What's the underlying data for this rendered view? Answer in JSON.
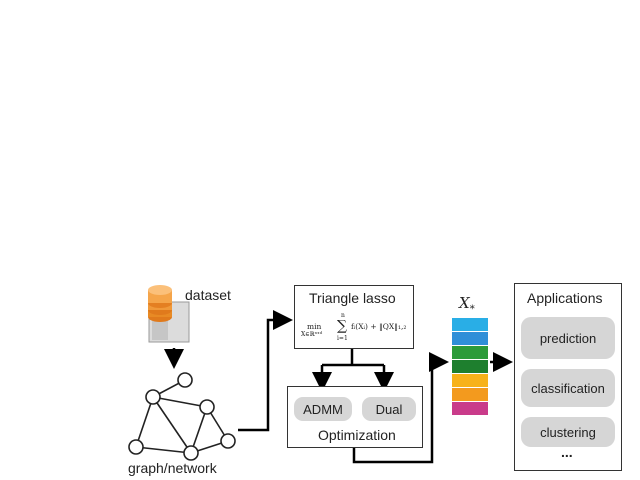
{
  "dataset": {
    "label": "dataset",
    "icon": "database-server-icon"
  },
  "graph": {
    "label": "graph/network"
  },
  "model": {
    "title": "Triangle lasso",
    "formula_min": "min",
    "formula_sub": "X∈ℝⁿˣᵈ",
    "formula_sum": "∑",
    "formula_upper": "n",
    "formula_lower": "i=1",
    "formula_body": "fᵢ(Xᵢ) + ‖QX‖₁,₂"
  },
  "optimization": {
    "title": "Optimization",
    "methods": [
      "ADMM",
      "Dual"
    ]
  },
  "output": {
    "label": "X",
    "label_sub": "*",
    "stripe_colors": [
      "#29aee6",
      "#2f8fd8",
      "#2c9b3a",
      "#1e7f2e",
      "#f7b21a",
      "#f39a1e",
      "#c93b8a"
    ]
  },
  "applications": {
    "title": "Applications",
    "items": [
      "prediction",
      "classification",
      "clustering"
    ],
    "more": "..."
  }
}
